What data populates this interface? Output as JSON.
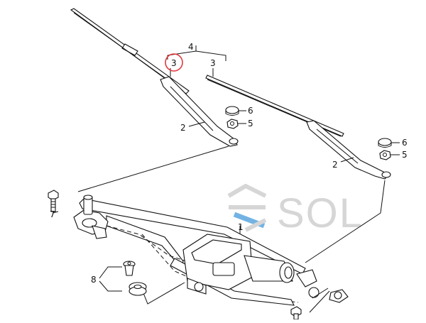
{
  "callouts": {
    "c1": "1",
    "c2_left": "2",
    "c2_right": "2",
    "c3_left": "3",
    "c3_right": "3",
    "c4": "4",
    "c5_left": "5",
    "c5_right": "5",
    "c6_left": "6",
    "c6_right": "6",
    "c7": "7",
    "c8": "8"
  },
  "highlight": {
    "target": "3",
    "color": "#e0393e"
  },
  "watermark": {
    "text": "SOL",
    "colors": {
      "gray": "#cfcfcf",
      "blue": "#5aa6e0"
    }
  }
}
